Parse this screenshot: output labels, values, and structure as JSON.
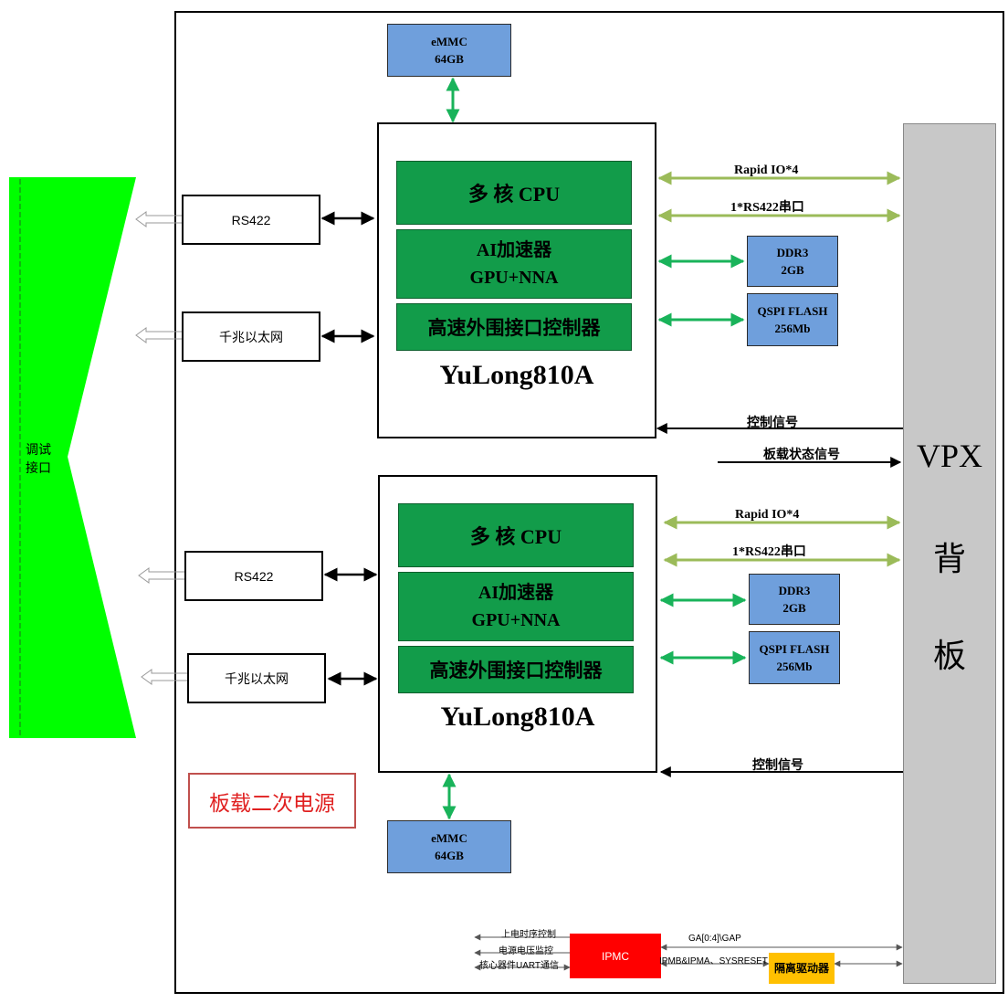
{
  "debug_port": {
    "label_line1": "调试",
    "label_line2": "接口",
    "color": "#00ff00"
  },
  "backplane": {
    "line1": "VPX",
    "line2": "背",
    "line3": "板",
    "color": "#c8c8c8"
  },
  "emmc_top": {
    "text": "eMMC\n64GB",
    "color": "#6f9fdc"
  },
  "emmc_bottom": {
    "text": "eMMC\n64GB"
  },
  "soc_top": {
    "cpu": "多 核 CPU",
    "ai_line1": "AI加速器",
    "ai_line2": "GPU+NNA",
    "periph": "高速外围接口控制器",
    "name": "YuLong810A",
    "ddr": "DDR3\n2GB",
    "flash": "QSPI FLASH\n256Mb",
    "rs422": "RS422",
    "ethernet": "千兆以太网",
    "rapidio": "Rapid IO*4",
    "serial": "1*RS422串口",
    "ctrl": "控制信号"
  },
  "board_status": "板载状态信号",
  "soc_bottom": {
    "cpu": "多 核 CPU",
    "ai_line1": "AI加速器",
    "ai_line2": "GPU+NNA",
    "periph": "高速外围接口控制器",
    "name": "YuLong810A",
    "ddr": "DDR3\n2GB",
    "flash": "QSPI FLASH\n256Mb",
    "rs422": "RS422",
    "ethernet": "千兆以太网",
    "rapidio": "Rapid IO*4",
    "serial": "1*RS422串口",
    "ctrl": "控制信号"
  },
  "power": {
    "label": "板载二次电源",
    "color": "#e02020"
  },
  "ipmc": {
    "label": "IPMC",
    "color": "#ff0000",
    "sig_power_seq": "上电时序控制",
    "sig_voltage": "电源电压监控",
    "sig_uart": "核心器件UART通信",
    "sig_ga": "GA[0:4]\\GAP",
    "sig_ipmb": "IPMB&IPMA、SYSRESET",
    "isolator": "隔离驱动器",
    "isolator_color": "#ffc000"
  },
  "colors": {
    "soc_block": "#129c4a",
    "bus_light": "#9bbb59",
    "bus_green": "#19b35a"
  }
}
